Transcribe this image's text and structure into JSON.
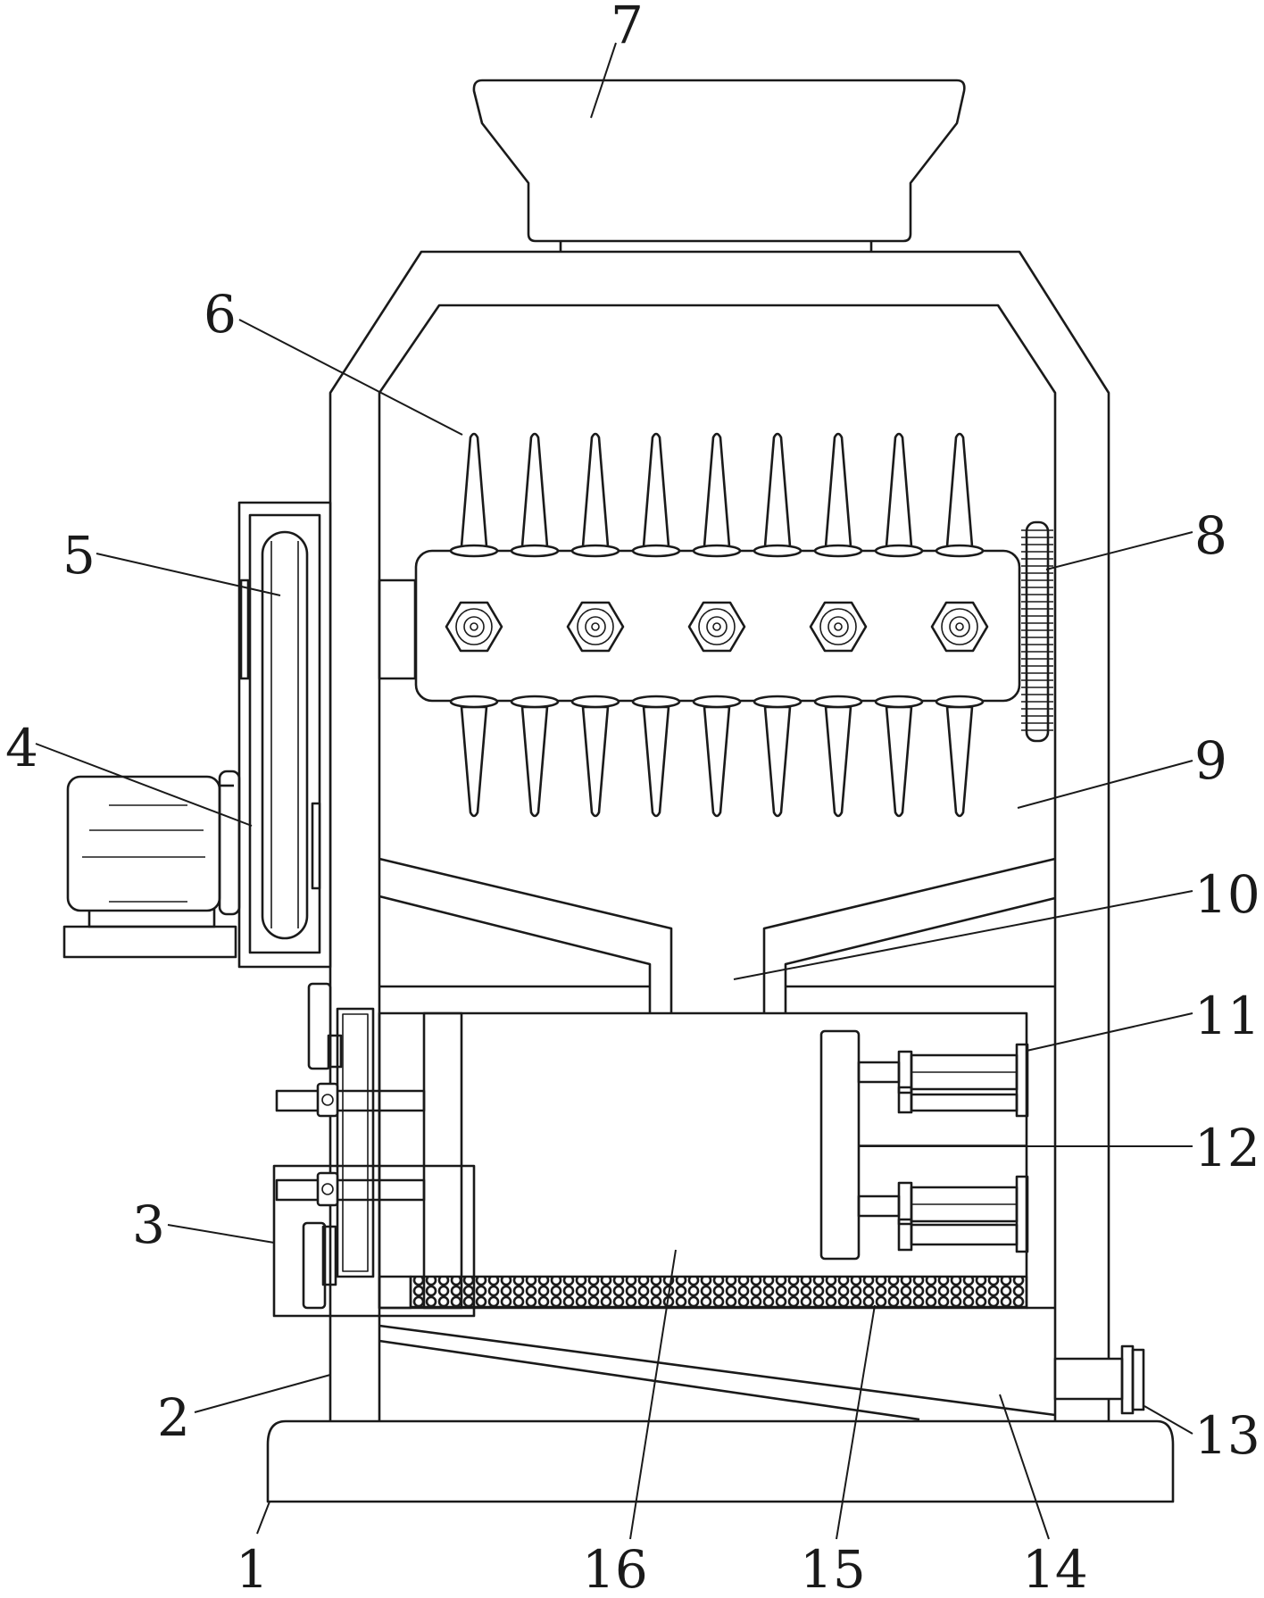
{
  "figure": {
    "labels": {
      "n1": "1",
      "n2": "2",
      "n3": "3",
      "n4": "4",
      "n5": "5",
      "n6": "6",
      "n7": "7",
      "n8": "8",
      "n9": "9",
      "n10": "10",
      "n11": "11",
      "n12": "12",
      "n13": "13",
      "n14": "14",
      "n15": "15",
      "n16": "16"
    }
  }
}
